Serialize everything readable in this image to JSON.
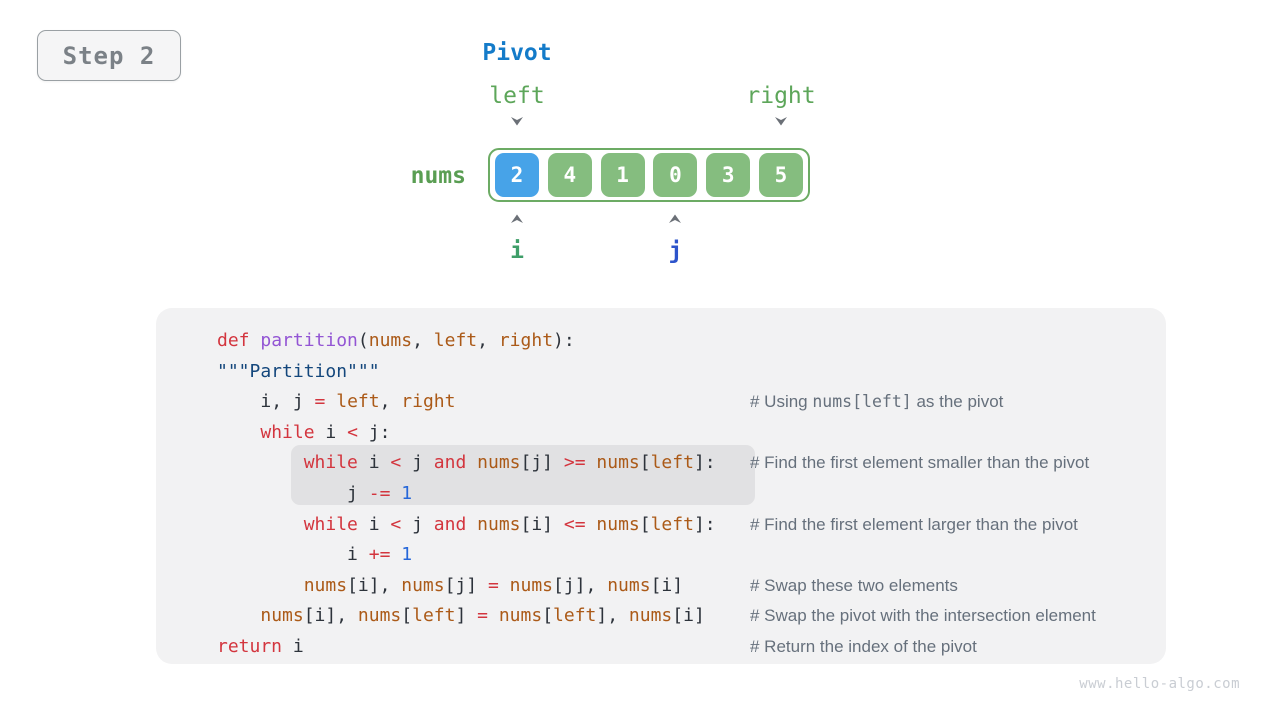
{
  "badge": {
    "label": "Step 2"
  },
  "diagram": {
    "pivot_label": "Pivot",
    "left_label": "left",
    "right_label": "right",
    "nums_label": "nums",
    "i_label": "i",
    "j_label": "j",
    "cells": [
      {
        "value": "2",
        "pivot": true
      },
      {
        "value": "4",
        "pivot": false
      },
      {
        "value": "1",
        "pivot": false
      },
      {
        "value": "0",
        "pivot": false
      },
      {
        "value": "3",
        "pivot": false
      },
      {
        "value": "5",
        "pivot": false
      }
    ],
    "left_index": 0,
    "right_index": 5,
    "i_index": 0,
    "j_index": 3,
    "colors": {
      "pivot_cell": "#47a3e8",
      "cell": "#85bd7f",
      "container_border": "#6cab64",
      "green_text": "#5da65a",
      "i_text": "#3e9e68",
      "j_text": "#2d54cb",
      "pivot_text": "#147bc9",
      "arrow": "#6b7077"
    }
  },
  "code": {
    "lines": [
      {
        "indent": 0,
        "highlight": false,
        "tokens": [
          {
            "t": "def ",
            "c": "kw"
          },
          {
            "t": "partition",
            "c": "fn"
          },
          {
            "t": "(",
            "c": "pl"
          },
          {
            "t": "nums",
            "c": "var"
          },
          {
            "t": ", ",
            "c": "pl"
          },
          {
            "t": "left",
            "c": "var"
          },
          {
            "t": ", ",
            "c": "pl"
          },
          {
            "t": "right",
            "c": "var"
          },
          {
            "t": "):",
            "c": "pl"
          }
        ],
        "comment": []
      },
      {
        "indent": 0,
        "highlight": false,
        "tokens": [
          {
            "t": "\"\"\"Partition\"\"\"",
            "c": "str"
          }
        ],
        "comment": []
      },
      {
        "indent": 4,
        "highlight": false,
        "tokens": [
          {
            "t": "i, j ",
            "c": "pl"
          },
          {
            "t": "=",
            "c": "kw"
          },
          {
            "t": " ",
            "c": "pl"
          },
          {
            "t": "left",
            "c": "var"
          },
          {
            "t": ", ",
            "c": "pl"
          },
          {
            "t": "right",
            "c": "var"
          }
        ],
        "comment": [
          {
            "t": "# Using ",
            "m": false
          },
          {
            "t": "nums[left]",
            "m": true
          },
          {
            "t": " as the pivot",
            "m": false
          }
        ]
      },
      {
        "indent": 4,
        "highlight": false,
        "tokens": [
          {
            "t": "while ",
            "c": "kw"
          },
          {
            "t": "i ",
            "c": "pl"
          },
          {
            "t": "<",
            "c": "kw"
          },
          {
            "t": " j:",
            "c": "pl"
          }
        ],
        "comment": []
      },
      {
        "indent": 8,
        "highlight": true,
        "tokens": [
          {
            "t": "while ",
            "c": "kw"
          },
          {
            "t": "i ",
            "c": "pl"
          },
          {
            "t": "<",
            "c": "kw"
          },
          {
            "t": " j ",
            "c": "pl"
          },
          {
            "t": "and ",
            "c": "kw"
          },
          {
            "t": "nums",
            "c": "var"
          },
          {
            "t": "[j] ",
            "c": "pl"
          },
          {
            "t": ">=",
            "c": "kw"
          },
          {
            "t": " ",
            "c": "pl"
          },
          {
            "t": "nums",
            "c": "var"
          },
          {
            "t": "[",
            "c": "pl"
          },
          {
            "t": "left",
            "c": "var"
          },
          {
            "t": "]:",
            "c": "pl"
          }
        ],
        "comment": [
          {
            "t": "# Find the first element smaller than the pivot",
            "m": false
          }
        ]
      },
      {
        "indent": 12,
        "highlight": true,
        "tokens": [
          {
            "t": "j ",
            "c": "pl"
          },
          {
            "t": "-=",
            "c": "kw"
          },
          {
            "t": " ",
            "c": "pl"
          },
          {
            "t": "1",
            "c": "num"
          }
        ],
        "comment": []
      },
      {
        "indent": 8,
        "highlight": false,
        "tokens": [
          {
            "t": "while ",
            "c": "kw"
          },
          {
            "t": "i ",
            "c": "pl"
          },
          {
            "t": "<",
            "c": "kw"
          },
          {
            "t": " j ",
            "c": "pl"
          },
          {
            "t": "and ",
            "c": "kw"
          },
          {
            "t": "nums",
            "c": "var"
          },
          {
            "t": "[i] ",
            "c": "pl"
          },
          {
            "t": "<=",
            "c": "kw"
          },
          {
            "t": " ",
            "c": "pl"
          },
          {
            "t": "nums",
            "c": "var"
          },
          {
            "t": "[",
            "c": "pl"
          },
          {
            "t": "left",
            "c": "var"
          },
          {
            "t": "]:",
            "c": "pl"
          }
        ],
        "comment": [
          {
            "t": "# Find the first element larger than the pivot",
            "m": false
          }
        ]
      },
      {
        "indent": 12,
        "highlight": false,
        "tokens": [
          {
            "t": "i ",
            "c": "pl"
          },
          {
            "t": "+=",
            "c": "kw"
          },
          {
            "t": " ",
            "c": "pl"
          },
          {
            "t": "1",
            "c": "num"
          }
        ],
        "comment": []
      },
      {
        "indent": 8,
        "highlight": false,
        "tokens": [
          {
            "t": "nums",
            "c": "var"
          },
          {
            "t": "[i], ",
            "c": "pl"
          },
          {
            "t": "nums",
            "c": "var"
          },
          {
            "t": "[j] ",
            "c": "pl"
          },
          {
            "t": "=",
            "c": "kw"
          },
          {
            "t": " ",
            "c": "pl"
          },
          {
            "t": "nums",
            "c": "var"
          },
          {
            "t": "[j], ",
            "c": "pl"
          },
          {
            "t": "nums",
            "c": "var"
          },
          {
            "t": "[i]",
            "c": "pl"
          }
        ],
        "comment": [
          {
            "t": "# Swap these two elements",
            "m": false
          }
        ]
      },
      {
        "indent": 4,
        "highlight": false,
        "tokens": [
          {
            "t": "nums",
            "c": "var"
          },
          {
            "t": "[i], ",
            "c": "pl"
          },
          {
            "t": "nums",
            "c": "var"
          },
          {
            "t": "[",
            "c": "pl"
          },
          {
            "t": "left",
            "c": "var"
          },
          {
            "t": "] ",
            "c": "pl"
          },
          {
            "t": "=",
            "c": "kw"
          },
          {
            "t": " ",
            "c": "pl"
          },
          {
            "t": "nums",
            "c": "var"
          },
          {
            "t": "[",
            "c": "pl"
          },
          {
            "t": "left",
            "c": "var"
          },
          {
            "t": "], ",
            "c": "pl"
          },
          {
            "t": "nums",
            "c": "var"
          },
          {
            "t": "[i]",
            "c": "pl"
          }
        ],
        "comment": [
          {
            "t": "# Swap the pivot with the intersection element",
            "m": false
          }
        ]
      },
      {
        "indent": 0,
        "highlight": false,
        "tokens": [
          {
            "t": "return ",
            "c": "kw"
          },
          {
            "t": "i",
            "c": "pl"
          }
        ],
        "comment": [
          {
            "t": "# Return the index of the pivot",
            "m": false
          }
        ]
      }
    ]
  },
  "watermark": "www.hello-algo.com"
}
